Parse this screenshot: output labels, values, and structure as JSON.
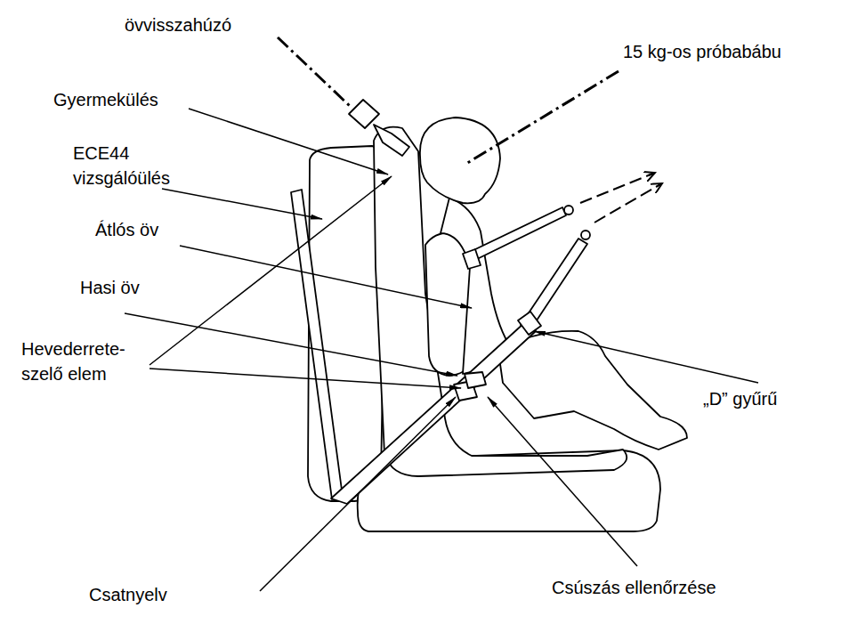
{
  "diagram": {
    "labels": [
      "övvisszahúzó",
      "15 kg-os próbabábu",
      "Gyermekülés",
      "ECE44 vizsgálóülés",
      "Átlós öv",
      "Hasi öv",
      "Hevederrete- szelő elem",
      "„D” gyűrű",
      "Csatnyelv",
      "Csúszás ellenőrzése"
    ]
  }
}
